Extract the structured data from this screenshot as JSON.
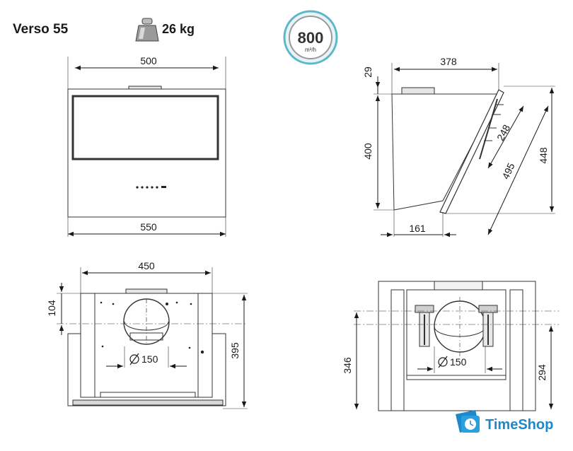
{
  "product": {
    "name": "Verso 55",
    "weight": "26 kg"
  },
  "badge": {
    "value": "800",
    "unit": "m³/h"
  },
  "dimensions": {
    "front": {
      "top_width": "500",
      "bottom_width": "550"
    },
    "side": {
      "top_offset": "29",
      "top_depth": "378",
      "height": "400",
      "glass_short": "248",
      "glass_long": "495",
      "total_height": "448",
      "base_depth": "161"
    },
    "back": {
      "width": "450",
      "outlet_offset": "104",
      "height": "395",
      "duct": "150"
    },
    "mount": {
      "height_left": "346",
      "height_right": "294",
      "duct": "150"
    }
  },
  "brand": {
    "name": "TimeShop",
    "color": "#1e88c8"
  },
  "icons": {
    "weight": "weight-icon",
    "airflow": "airflow-badge",
    "logo": "timeshop-logo-icon",
    "diameter": "diameter-icon"
  }
}
